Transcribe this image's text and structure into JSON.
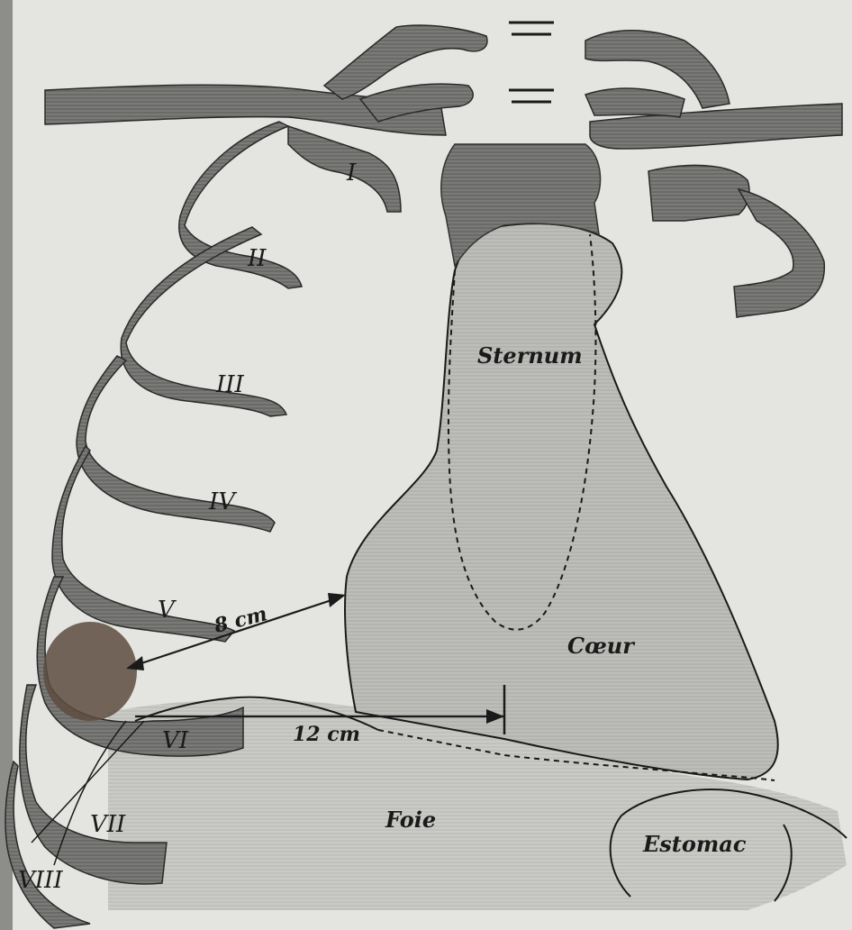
{
  "labels": {
    "sternum": "Sternum",
    "coeur": "Cœur",
    "foie": "Foie",
    "estomac": "Estomac"
  },
  "measurements": {
    "oblique": "8 cm",
    "horizontal": "12 cm"
  },
  "ribs": [
    "I",
    "II",
    "III",
    "IV",
    "V",
    "VI",
    "VII",
    "VIII"
  ],
  "colors": {
    "paper": "#e6e6e2",
    "bone": "#6e6e6c",
    "heart": "#b9b9b6",
    "liver": "#c8c8c5",
    "ink": "#1a1a1a",
    "stain": "#6b5a4e"
  }
}
